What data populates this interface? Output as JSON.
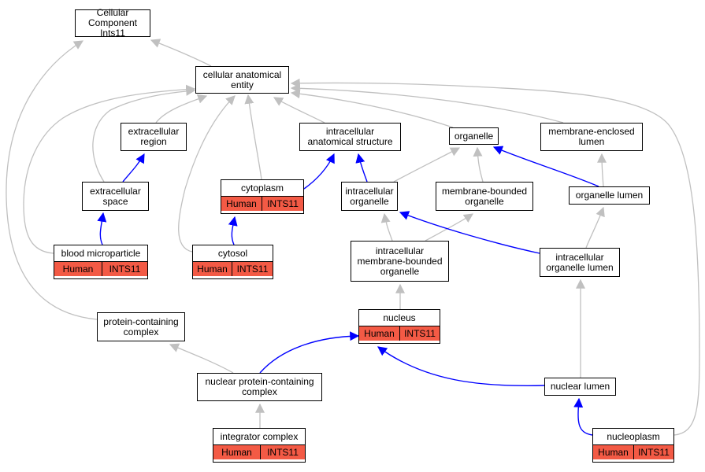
{
  "colors": {
    "is_a_edge": "#c0c0c0",
    "part_of_edge": "#0000ff",
    "annotation_fill": "#f35a45",
    "node_border": "#000000",
    "node_fill": "#ffffff"
  },
  "nodes": {
    "root": {
      "label": "Cellular Component\nInts11"
    },
    "cae": {
      "label": "cellular anatomical\nentity"
    },
    "extreg": {
      "label": "extracellular\nregion"
    },
    "ias": {
      "label": "intracellular\nanatomical structure"
    },
    "organelle": {
      "label": "organelle"
    },
    "mel": {
      "label": "membrane-enclosed\nlumen"
    },
    "extspace": {
      "label": "extracellular\nspace"
    },
    "cytoplasm": {
      "label": "cytoplasm",
      "organism": "Human",
      "gene": "INTS11"
    },
    "intorg": {
      "label": "intracellular\norganelle"
    },
    "mbo": {
      "label": "membrane-bounded\norganelle"
    },
    "orglumen": {
      "label": "organelle lumen"
    },
    "bmp": {
      "label": "blood microparticle",
      "organism": "Human",
      "gene": "INTS11"
    },
    "cytosol": {
      "label": "cytosol",
      "organism": "Human",
      "gene": "INTS11"
    },
    "imbo": {
      "label": "intracellular\nmembrane-bounded\norganelle"
    },
    "iol": {
      "label": "intracellular\norganelle lumen"
    },
    "pcc": {
      "label": "protein-containing\ncomplex"
    },
    "nucleus": {
      "label": "nucleus",
      "organism": "Human",
      "gene": "INTS11"
    },
    "npcc": {
      "label": "nuclear protein-containing\ncomplex"
    },
    "nuclumen": {
      "label": "nuclear lumen"
    },
    "integrator": {
      "label": "integrator complex",
      "organism": "Human",
      "gene": "INTS11"
    },
    "nucleoplasm": {
      "label": "nucleoplasm",
      "organism": "Human",
      "gene": "INTS11"
    }
  },
  "edges": [
    {
      "from": "cae",
      "to": "root",
      "relation": "is_a"
    },
    {
      "from": "pcc",
      "to": "root",
      "relation": "is_a"
    },
    {
      "from": "extreg",
      "to": "cae",
      "relation": "is_a"
    },
    {
      "from": "extspace",
      "to": "cae",
      "relation": "is_a"
    },
    {
      "from": "bmp",
      "to": "cae",
      "relation": "is_a"
    },
    {
      "from": "cytosol",
      "to": "cae",
      "relation": "is_a"
    },
    {
      "from": "cytoplasm",
      "to": "cae",
      "relation": "is_a"
    },
    {
      "from": "ias",
      "to": "cae",
      "relation": "is_a"
    },
    {
      "from": "organelle",
      "to": "cae",
      "relation": "is_a"
    },
    {
      "from": "mel",
      "to": "cae",
      "relation": "is_a"
    },
    {
      "from": "nucleoplasm",
      "to": "cae",
      "relation": "is_a"
    },
    {
      "from": "extspace",
      "to": "extreg",
      "relation": "part_of"
    },
    {
      "from": "bmp",
      "to": "extspace",
      "relation": "part_of"
    },
    {
      "from": "cytoplasm",
      "to": "ias",
      "relation": "part_of"
    },
    {
      "from": "intorg",
      "to": "ias",
      "relation": "part_of"
    },
    {
      "from": "cytosol",
      "to": "cytoplasm",
      "relation": "part_of"
    },
    {
      "from": "intorg",
      "to": "organelle",
      "relation": "is_a"
    },
    {
      "from": "mbo",
      "to": "organelle",
      "relation": "is_a"
    },
    {
      "from": "orglumen",
      "to": "organelle",
      "relation": "part_of"
    },
    {
      "from": "orglumen",
      "to": "mel",
      "relation": "is_a"
    },
    {
      "from": "imbo",
      "to": "intorg",
      "relation": "is_a"
    },
    {
      "from": "imbo",
      "to": "mbo",
      "relation": "is_a"
    },
    {
      "from": "iol",
      "to": "intorg",
      "relation": "part_of"
    },
    {
      "from": "iol",
      "to": "orglumen",
      "relation": "is_a"
    },
    {
      "from": "nucleus",
      "to": "imbo",
      "relation": "is_a"
    },
    {
      "from": "npcc",
      "to": "pcc",
      "relation": "is_a"
    },
    {
      "from": "npcc",
      "to": "nucleus",
      "relation": "part_of"
    },
    {
      "from": "nuclumen",
      "to": "nucleus",
      "relation": "part_of"
    },
    {
      "from": "nuclumen",
      "to": "iol",
      "relation": "is_a"
    },
    {
      "from": "integrator",
      "to": "npcc",
      "relation": "is_a"
    },
    {
      "from": "nucleoplasm",
      "to": "nuclumen",
      "relation": "part_of"
    }
  ]
}
